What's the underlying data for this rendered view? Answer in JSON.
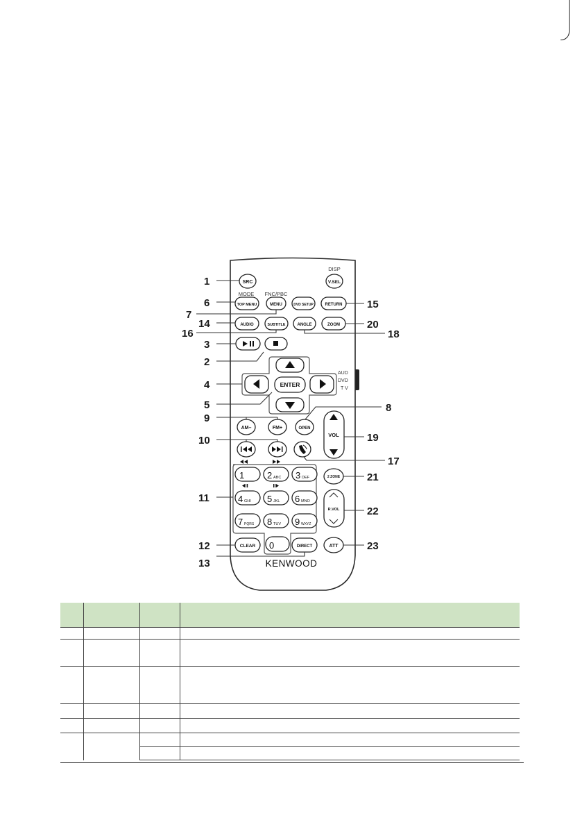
{
  "remote": {
    "brand": "KENWOOD",
    "above_labels": {
      "disp": "DISP",
      "mode": "MODE",
      "fnc_pbc": "FNC/PBC"
    },
    "buttons": {
      "src": "SRC",
      "vsel": "V.SEL",
      "top_menu": "TOP MENU",
      "menu": "MENU",
      "dvd_setup": "DVD SETUP",
      "return": "RETURN",
      "audio": "AUDIO",
      "subtitle": "SUBTITLE",
      "angle": "ANGLE",
      "zoom": "ZOOM",
      "enter": "ENTER",
      "am": "AM–",
      "fm": "FM+",
      "open": "OPEN",
      "vol": "VOL",
      "two_zone": "2 ZONE",
      "rvol": "R.VOL",
      "clear": "CLEAR",
      "direct": "DIRECT",
      "att": "ATT"
    },
    "switch_labels": [
      "AUD",
      "DVD",
      "T V"
    ],
    "keypad": [
      {
        "digit": "1",
        "letters": ""
      },
      {
        "digit": "2",
        "letters": "ABC"
      },
      {
        "digit": "3",
        "letters": "DEF"
      },
      {
        "digit": "4",
        "letters": "GHI"
      },
      {
        "digit": "5",
        "letters": "JKL"
      },
      {
        "digit": "6",
        "letters": "MNO"
      },
      {
        "digit": "7",
        "letters": "PQRS"
      },
      {
        "digit": "8",
        "letters": "TUV"
      },
      {
        "digit": "9",
        "letters": "WXYZ"
      },
      {
        "digit": "0",
        "letters": ""
      }
    ]
  },
  "callouts": [
    "1",
    "2",
    "3",
    "4",
    "5",
    "6",
    "7",
    "8",
    "9",
    "10",
    "11",
    "12",
    "13",
    "14",
    "15",
    "16",
    "17",
    "18",
    "19",
    "20",
    "21",
    "22",
    "23"
  ]
}
